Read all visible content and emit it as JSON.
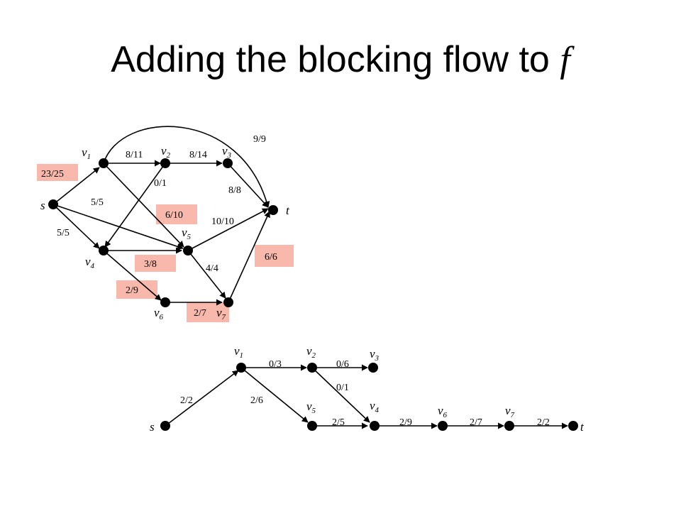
{
  "title": {
    "text": "Adding the blocking flow to ",
    "var": "f"
  },
  "graph1": {
    "vertices": {
      "s": {
        "name": "s",
        "sub": ""
      },
      "v1": {
        "name": "v",
        "sub": "1"
      },
      "v2": {
        "name": "v",
        "sub": "2"
      },
      "v3": {
        "name": "v",
        "sub": "3"
      },
      "t": {
        "name": "t",
        "sub": ""
      },
      "v4": {
        "name": "v",
        "sub": "4"
      },
      "v5": {
        "name": "v",
        "sub": "5"
      },
      "v6": {
        "name": "v",
        "sub": "6"
      },
      "v7": {
        "name": "v",
        "sub": "7"
      }
    },
    "edges": {
      "s_v1": "23/25",
      "v1_v2": "8/11",
      "v2_v3": "8/14",
      "v1_t": "9/9",
      "v3_t": "8/8",
      "v2_v4": "0/1",
      "v1_v5": "6/10",
      "s_v5": "5/5",
      "s_v4": "5/5",
      "v5_t": "10/10",
      "v4_v5": "3/8",
      "v5_v7": "4/4",
      "v7_t": "6/6",
      "v4_v6": "2/9",
      "v6_v7": "2/7"
    }
  },
  "graph2": {
    "vertices": {
      "s": {
        "name": "s",
        "sub": ""
      },
      "v1": {
        "name": "v",
        "sub": "1"
      },
      "v2": {
        "name": "v",
        "sub": "2"
      },
      "v3": {
        "name": "v",
        "sub": "3"
      },
      "v5": {
        "name": "v",
        "sub": "5"
      },
      "v4": {
        "name": "v",
        "sub": "4"
      },
      "v6": {
        "name": "v",
        "sub": "6"
      },
      "v7": {
        "name": "v",
        "sub": "7"
      },
      "t": {
        "name": "t",
        "sub": ""
      }
    },
    "edges": {
      "s_v1": "2/2",
      "v1_v2": "0/3",
      "v2_v3": "0/6",
      "v2_v4": "0/1",
      "v1_v5": "2/6",
      "v5_v4": "2/5",
      "v4_v6": "2/9",
      "v6_v7": "2/7",
      "v7_t": "2/2"
    }
  }
}
